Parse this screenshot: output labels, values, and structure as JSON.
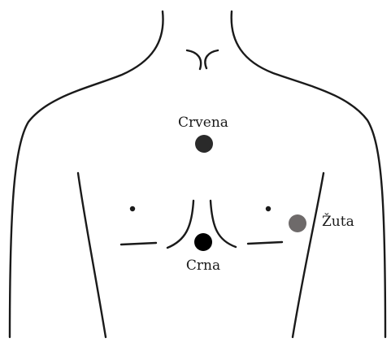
{
  "electrodes": [
    {
      "id": "red",
      "label": "Crvena",
      "color": "#2a2a2a"
    },
    {
      "id": "black",
      "label": "Crna",
      "color": "#000000"
    },
    {
      "id": "yellow",
      "label": "Žuta",
      "color": "#6e6a6a"
    }
  ]
}
